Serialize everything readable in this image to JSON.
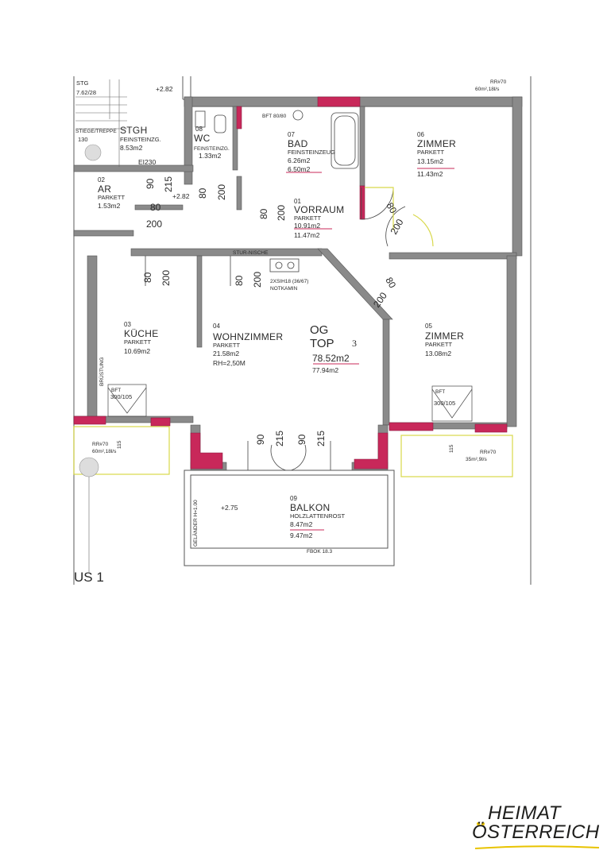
{
  "brand": {
    "line1": "HEIMAT",
    "line2": "ÖSTERREICH",
    "accent": "#e8c300"
  },
  "colors": {
    "wall": "#7a7a7a",
    "wall_red": "#c8285a",
    "terrace_line": "#d8d84a",
    "ink": "#2a2a2a"
  },
  "stair": {
    "top_label": "STG",
    "top_value": "7.62/28",
    "treppe_label": "STIEGE/TREPPE",
    "treppe_value": "130"
  },
  "levels": {
    "upper": "+2.82",
    "lower": "+2.82",
    "balcony": "+2.75"
  },
  "rooms": {
    "stgh": {
      "name": "STGH",
      "floor": "FEINSTEINZG.",
      "area": "8.53m2"
    },
    "wc": {
      "id": "08",
      "name": "WC",
      "floor": "FEINSTEINZG.",
      "area": "1.33m2"
    },
    "ar": {
      "id": "02",
      "name": "AR",
      "floor": "PARKETT",
      "area": "1.53m2"
    },
    "bad": {
      "id": "07",
      "name": "BAD",
      "floor": "FEINSTEINZEUG",
      "area": "6.26m2",
      "area_old": "6.50m2"
    },
    "vorraum": {
      "id": "01",
      "name": "VORRAUM",
      "floor": "PARKETT",
      "area": "10.91m2",
      "area_old": "11.47m2"
    },
    "zimmer06": {
      "id": "06",
      "name": "ZIMMER",
      "floor": "PARKETT",
      "area": "13.15m2",
      "area_old": "11.43m2"
    },
    "kueche": {
      "id": "03",
      "name": "KÜCHE",
      "floor": "PARKETT",
      "area": "10.69m2"
    },
    "wohnzimmer": {
      "id": "04",
      "name": "WOHNZIMMER",
      "floor": "PARKETT",
      "area": "21.58m2",
      "height": "RH=2,50M"
    },
    "zimmer05": {
      "id": "05",
      "name": "ZIMMER",
      "floor": "PARKETT",
      "area": "13.08m2"
    },
    "balkon": {
      "id": "09",
      "name": "BALKON",
      "floor": "HOLZLATTENROST",
      "area": "8.47m2",
      "area_old": "9.47m2"
    }
  },
  "top": {
    "level": "OG",
    "label": "TOP",
    "number": "3",
    "area": "78.52m2",
    "area_old": "77.94m2"
  },
  "openings": {
    "d90": "90",
    "d215": "215",
    "d80": "80",
    "d200": "200",
    "bft_bad": "BFT 80/80",
    "bft_kueche_lbl": "BFT",
    "bft_kueche": "300/105",
    "bft_zimmer_lbl": "BFT",
    "bft_zimmer": "300/105",
    "e1230": "EI230",
    "stueck": "STUR-NISCHE",
    "kamin": "2XSIH18 (36/67)",
    "kamin2": "NOTKAMIN",
    "rr_top": "RR#70",
    "rr_top_val": "60m²,18l/s",
    "rr_left": "RR#70",
    "rr_left_val": "60m²,18l/s",
    "rr_right": "RR#70",
    "rr_right_val": "35m²,9l/s",
    "gelaender": "GELÄNDER H=1.00",
    "sill": "FBOK 18.3",
    "side_left": "BRÜSTUNG",
    "small_115": "115",
    "haus": "US  1"
  }
}
